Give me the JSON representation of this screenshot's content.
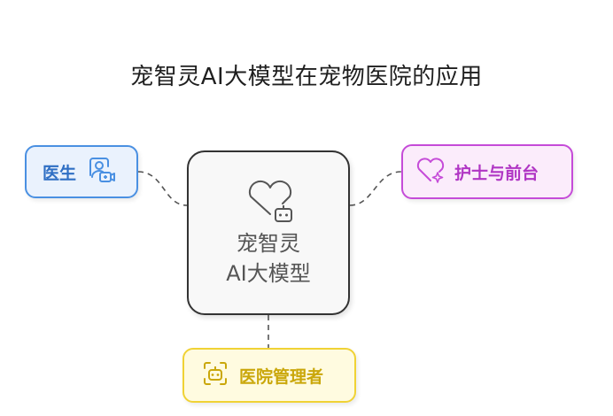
{
  "title": "宠智灵AI大模型在宠物医院的应用",
  "center": {
    "line1": "宠智灵",
    "line2": "AI大模型",
    "icon": "heart-robot-icon"
  },
  "nodes": {
    "doctor": {
      "label": "医生",
      "icon": "doctor-video-icon",
      "color": "#4a90e2"
    },
    "nurse": {
      "label": "护士与前台",
      "icon": "heart-sparkle-icon",
      "color": "#c54bd8"
    },
    "admin": {
      "label": "医院管理者",
      "icon": "robot-icon",
      "color": "#f0d235"
    }
  }
}
